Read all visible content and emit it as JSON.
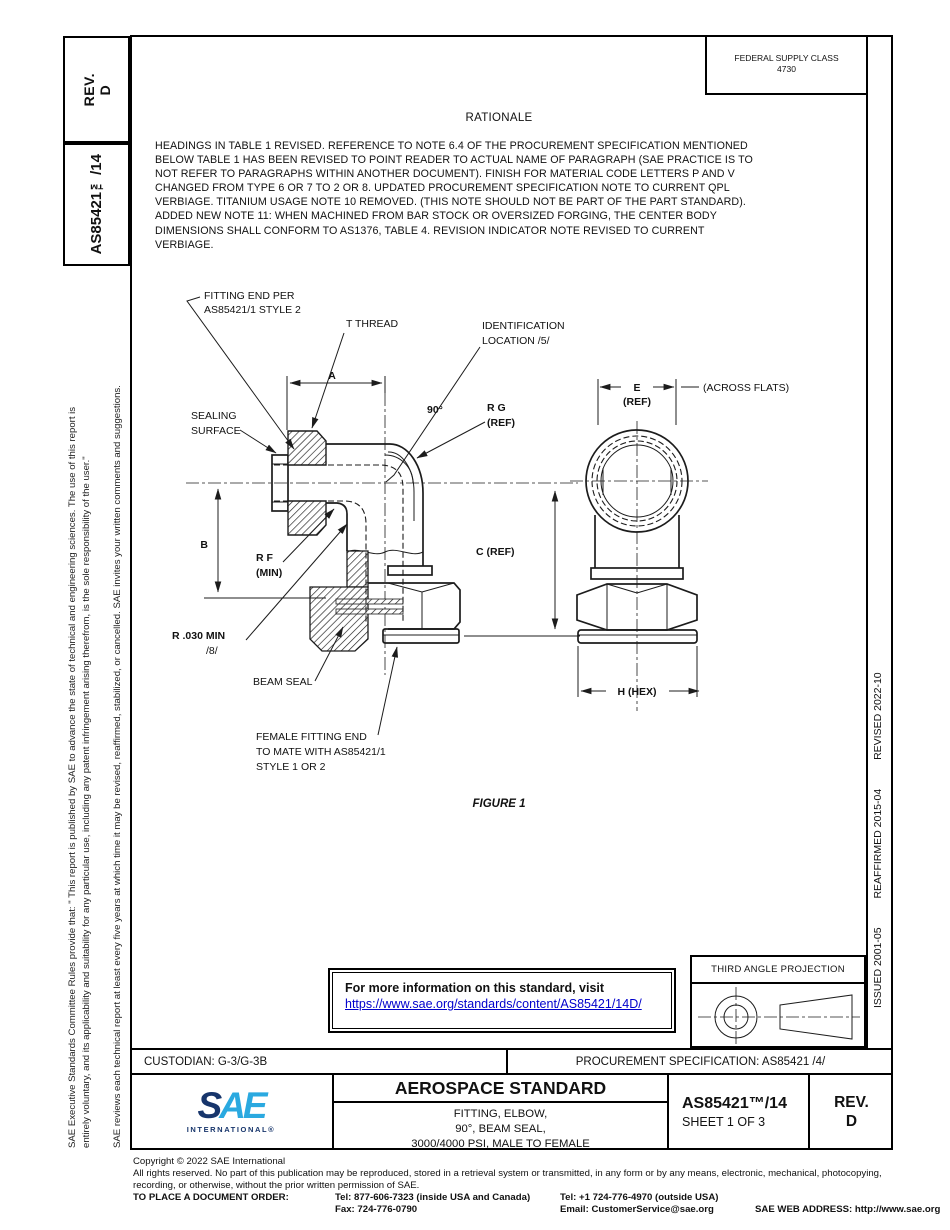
{
  "left_tabs": {
    "rev_label": "REV.",
    "rev_value": "D",
    "doc_number": "AS85421™/14"
  },
  "left_disclaimer": {
    "p1_line1": "SAE Executive Standards Committee Rules provide that: \" This report is published by SAE to advance the state of technical and engineering sciences. The use of this report is",
    "p1_line2": "entirely voluntary, and its applicability and suitability for any particular use, including any patent infringement arising therefrom, is the sole responsibility of the user.\"",
    "p2": "SAE reviews each technical report at least every five years at which time it may be revised, reaffirmed, stabilized, or cancelled. SAE invites your written comments and suggestions."
  },
  "right_sidebar": {
    "issued": "ISSUED 2001-05",
    "reaffirmed": "REAFFIRMED 2015-04",
    "revised": "REVISED 2022-10"
  },
  "header": {
    "fsc_label": "FEDERAL SUPPLY CLASS",
    "fsc_value": "4730"
  },
  "rationale": {
    "title": "RATIONALE",
    "lines": [
      "HEADINGS IN TABLE 1 REVISED. REFERENCE TO NOTE 6.4 OF THE PROCUREMENT SPECIFICATION MENTIONED",
      "BELOW TABLE 1 HAS BEEN REVISED TO POINT READER TO ACTUAL NAME OF PARAGRAPH (SAE PRACTICE IS TO",
      "NOT REFER TO PARAGRAPHS WITHIN ANOTHER DOCUMENT). FINISH FOR MATERIAL CODE LETTERS P AND V",
      "CHANGED FROM TYPE 6 OR 7 TO 2 OR 8. UPDATED PROCUREMENT SPECIFICATION NOTE TO CURRENT QPL",
      "VERBIAGE. TITANIUM USAGE NOTE 10 REMOVED. (THIS NOTE SHOULD NOT BE PART OF THE PART STANDARD).",
      "ADDED NEW NOTE 11: WHEN MACHINED FROM BAR STOCK OR OVERSIZED FORGING, THE CENTER BODY",
      "DIMENSIONS SHALL CONFORM TO AS1376, TABLE 4. REVISION INDICATOR NOTE REVISED TO CURRENT",
      "VERBIAGE."
    ]
  },
  "figure": {
    "caption": "FIGURE 1",
    "labels": {
      "fitting_end_1": "FITTING END PER",
      "fitting_end_2": "AS85421/1 STYLE 2",
      "t_thread": "T THREAD",
      "id_location_1": "IDENTIFICATION",
      "id_location_2": "LOCATION  /5/",
      "dim_a": "A",
      "angle_90": "90°",
      "rg": "R G",
      "rg_ref": "(REF)",
      "dim_e": "E",
      "e_ref": "(REF)",
      "across_flats": "(ACROSS FLATS)",
      "sealing_1": "SEALING",
      "sealing_2": "SURFACE",
      "dim_b": "B",
      "rf": "R F",
      "rf_min": "(MIN)",
      "c_ref": "C (REF)",
      "r030": "R .030 MIN",
      "r030_note": "/8/",
      "beam_seal": "BEAM SEAL",
      "h_hex": "H  (HEX)",
      "female_1": "FEMALE FITTING END",
      "female_2": "TO MATE WITH AS85421/1",
      "female_3": "STYLE 1 OR 2"
    }
  },
  "info_box": {
    "line1": "For more information on this standard, visit",
    "link": "https://www.sae.org/standards/content/AS85421/14D/"
  },
  "projection": {
    "title": "THIRD ANGLE PROJECTION"
  },
  "custodian_row": {
    "custodian": "CUSTODIAN: G-3/G-3B",
    "procurement": "PROCUREMENT SPECIFICATION: AS85421 /4/"
  },
  "title_block": {
    "logo_s": "S",
    "logo_a": "A",
    "logo_e": "E",
    "logo_sub": "INTERNATIONAL®",
    "standard_type": "AEROSPACE STANDARD",
    "title_line1": "FITTING, ELBOW,",
    "title_line2": "90°, BEAM SEAL,",
    "title_line3": "3000/4000 PSI, MALE TO FEMALE",
    "doc_number": "AS85421™/14",
    "sheet": "SHEET 1 OF 3",
    "rev_label": "REV.",
    "rev_value": "D"
  },
  "footer": {
    "copyright": "Copyright © 2022 SAE International",
    "rights1": "All rights reserved. No part of this publication may be reproduced, stored in a retrieval system or transmitted, in any form or by any means, electronic, mechanical, photocopying,",
    "rights2": "recording, or otherwise, without the prior written permission of SAE.",
    "order_label": "TO PLACE A DOCUMENT ORDER:",
    "tel1": "Tel:        877-606-7323 (inside USA and Canada)",
    "tel2": "Tel:   +1 724-776-4970 (outside USA)",
    "fax": "Fax:       724-776-0790",
    "email": "Email: CustomerService@sae.org",
    "web": "SAE WEB ADDRESS: http://www.sae.org"
  }
}
